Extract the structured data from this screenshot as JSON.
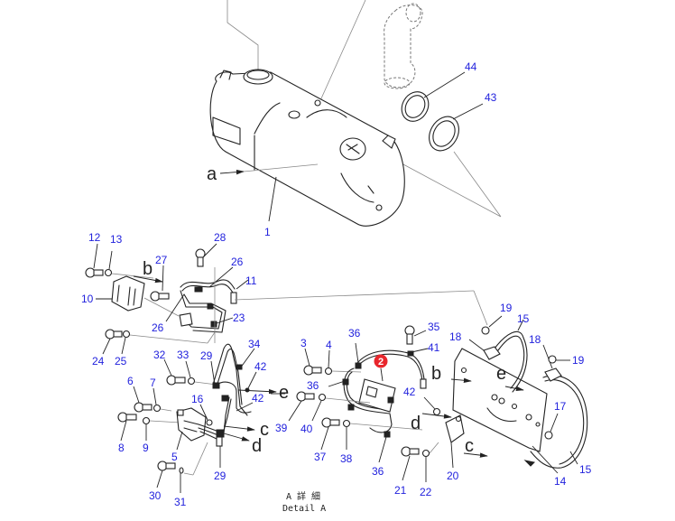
{
  "diagram": {
    "type": "exploded-parts-view",
    "caption_line1": "A 詳 細",
    "caption_line2": "Detail A",
    "highlight_badge": {
      "label": "2",
      "color": "#e8262c"
    },
    "callout_color": "#2222dd",
    "callouts": [
      {
        "id": "c44",
        "label": "44"
      },
      {
        "id": "c43",
        "label": "43"
      },
      {
        "id": "c1",
        "label": "1"
      },
      {
        "id": "c12",
        "label": "12"
      },
      {
        "id": "c13",
        "label": "13"
      },
      {
        "id": "c28",
        "label": "28"
      },
      {
        "id": "c27",
        "label": "27"
      },
      {
        "id": "c26a",
        "label": "26"
      },
      {
        "id": "c11",
        "label": "11"
      },
      {
        "id": "c10",
        "label": "10"
      },
      {
        "id": "c26b",
        "label": "26"
      },
      {
        "id": "c23",
        "label": "23"
      },
      {
        "id": "c24",
        "label": "24"
      },
      {
        "id": "c25",
        "label": "25"
      },
      {
        "id": "c32",
        "label": "32"
      },
      {
        "id": "c33",
        "label": "33"
      },
      {
        "id": "c29a",
        "label": "29"
      },
      {
        "id": "c34",
        "label": "34"
      },
      {
        "id": "c42a",
        "label": "42"
      },
      {
        "id": "c42b",
        "label": "42"
      },
      {
        "id": "c6",
        "label": "6"
      },
      {
        "id": "c7",
        "label": "7"
      },
      {
        "id": "c16",
        "label": "16"
      },
      {
        "id": "c8",
        "label": "8"
      },
      {
        "id": "c9",
        "label": "9"
      },
      {
        "id": "c5",
        "label": "5"
      },
      {
        "id": "c29b",
        "label": "29"
      },
      {
        "id": "c30",
        "label": "30"
      },
      {
        "id": "c31",
        "label": "31"
      },
      {
        "id": "c3",
        "label": "3"
      },
      {
        "id": "c4",
        "label": "4"
      },
      {
        "id": "c36a",
        "label": "36"
      },
      {
        "id": "c35",
        "label": "35"
      },
      {
        "id": "c41",
        "label": "41"
      },
      {
        "id": "c36b",
        "label": "36"
      },
      {
        "id": "c42c",
        "label": "42"
      },
      {
        "id": "c39",
        "label": "39"
      },
      {
        "id": "c40",
        "label": "40"
      },
      {
        "id": "c37",
        "label": "37"
      },
      {
        "id": "c38",
        "label": "38"
      },
      {
        "id": "c36c",
        "label": "36"
      },
      {
        "id": "c21",
        "label": "21"
      },
      {
        "id": "c22",
        "label": "22"
      },
      {
        "id": "c20",
        "label": "20"
      },
      {
        "id": "c19a",
        "label": "19"
      },
      {
        "id": "c15a",
        "label": "15"
      },
      {
        "id": "c18a",
        "label": "18"
      },
      {
        "id": "c18b",
        "label": "18"
      },
      {
        "id": "c19b",
        "label": "19"
      },
      {
        "id": "c17",
        "label": "17"
      },
      {
        "id": "c15b",
        "label": "15"
      },
      {
        "id": "c14",
        "label": "14"
      }
    ],
    "reference_letters": [
      {
        "id": "ra",
        "label": "a"
      },
      {
        "id": "rb1",
        "label": "b"
      },
      {
        "id": "rb2",
        "label": "b"
      },
      {
        "id": "re1",
        "label": "e"
      },
      {
        "id": "re2",
        "label": "e"
      },
      {
        "id": "rc1",
        "label": "c"
      },
      {
        "id": "rc2",
        "label": "c"
      },
      {
        "id": "rd1",
        "label": "d"
      },
      {
        "id": "rd2",
        "label": "d"
      }
    ]
  }
}
